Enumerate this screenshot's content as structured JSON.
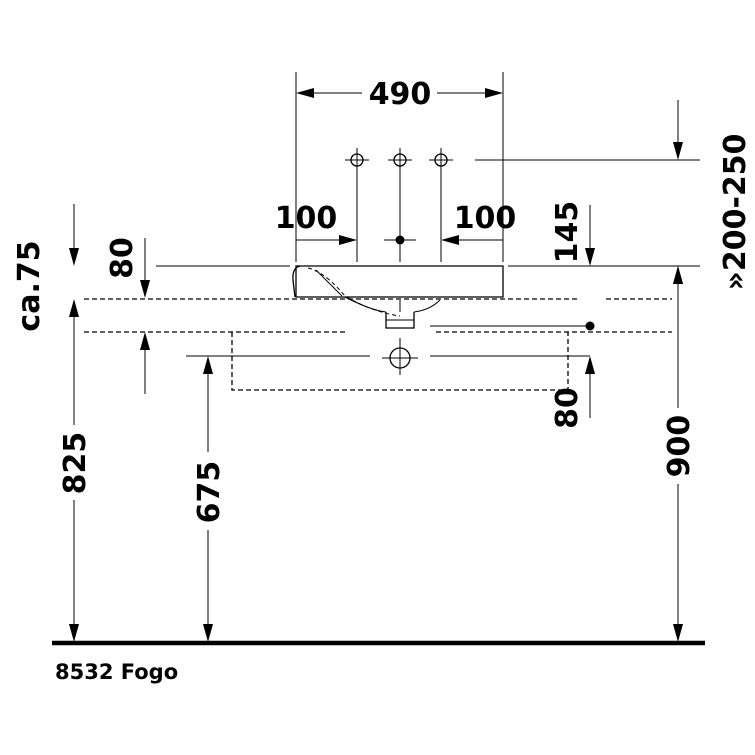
{
  "dimensions": {
    "basin_width": "490",
    "tap_offset_left": "100",
    "tap_offset_right": "100",
    "rim_to_waste": "145",
    "tap_height_range": "»200-250",
    "rim_depth": "80",
    "approx_depth": "ca.75",
    "waste_drop": "80",
    "floor_to_top": "825",
    "floor_to_vanity": "675",
    "floor_to_rim": "900"
  },
  "caption": "8532 Fogo"
}
